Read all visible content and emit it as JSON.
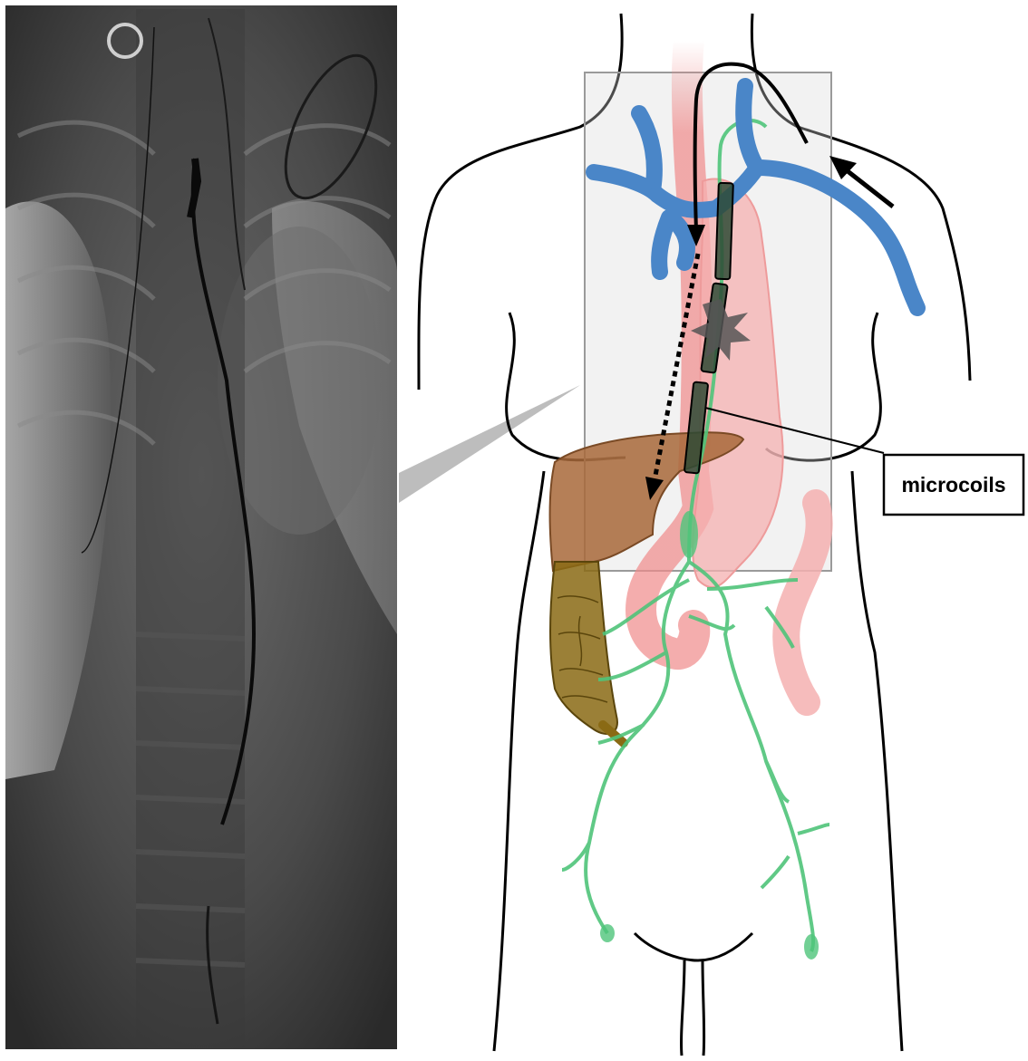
{
  "labels": {
    "microcoils": "microcoils"
  },
  "colors": {
    "vein": "#4a86c8",
    "lymph": "#4fc47a",
    "stomach": "#f2a0a0",
    "liver": "#a8693a",
    "colon": "#8a6a14",
    "coil": "#2e4a35",
    "overlay_box": "#d9d9d9"
  },
  "panels": {
    "left": "fluoroscopy",
    "right": "anatomy-schematic"
  }
}
